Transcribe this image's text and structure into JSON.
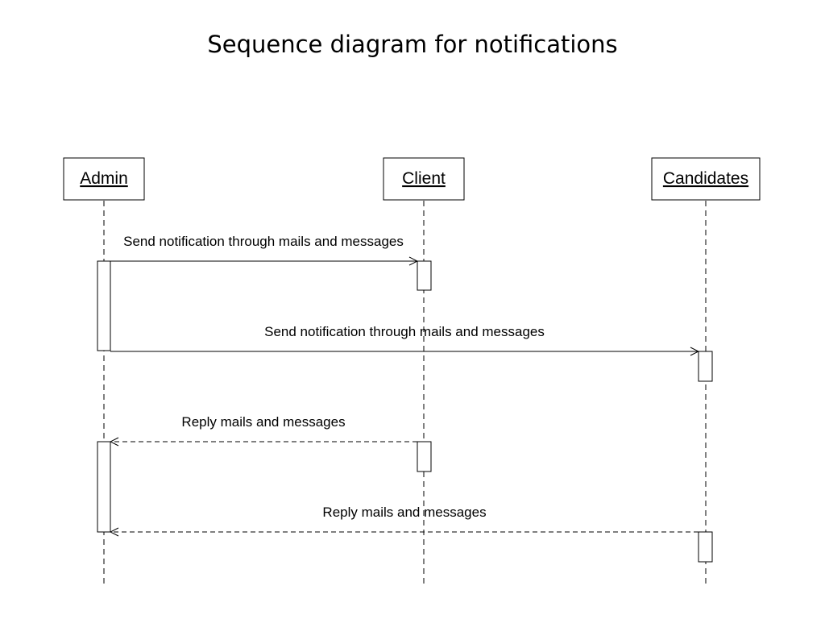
{
  "title": "Sequence diagram for notifications",
  "actors": [
    "Admin",
    "Client",
    "Candidates"
  ],
  "messages": [
    {
      "from": "Admin",
      "to": "Client",
      "label": "Send notification through mails and messages",
      "style": "solid"
    },
    {
      "from": "Admin",
      "to": "Candidates",
      "label": "Send notification through mails and messages",
      "style": "solid"
    },
    {
      "from": "Client",
      "to": "Admin",
      "label": "Reply mails and messages",
      "style": "dashed"
    },
    {
      "from": "Candidates",
      "to": "Admin",
      "label": "Reply mails and messages",
      "style": "dashed"
    }
  ]
}
